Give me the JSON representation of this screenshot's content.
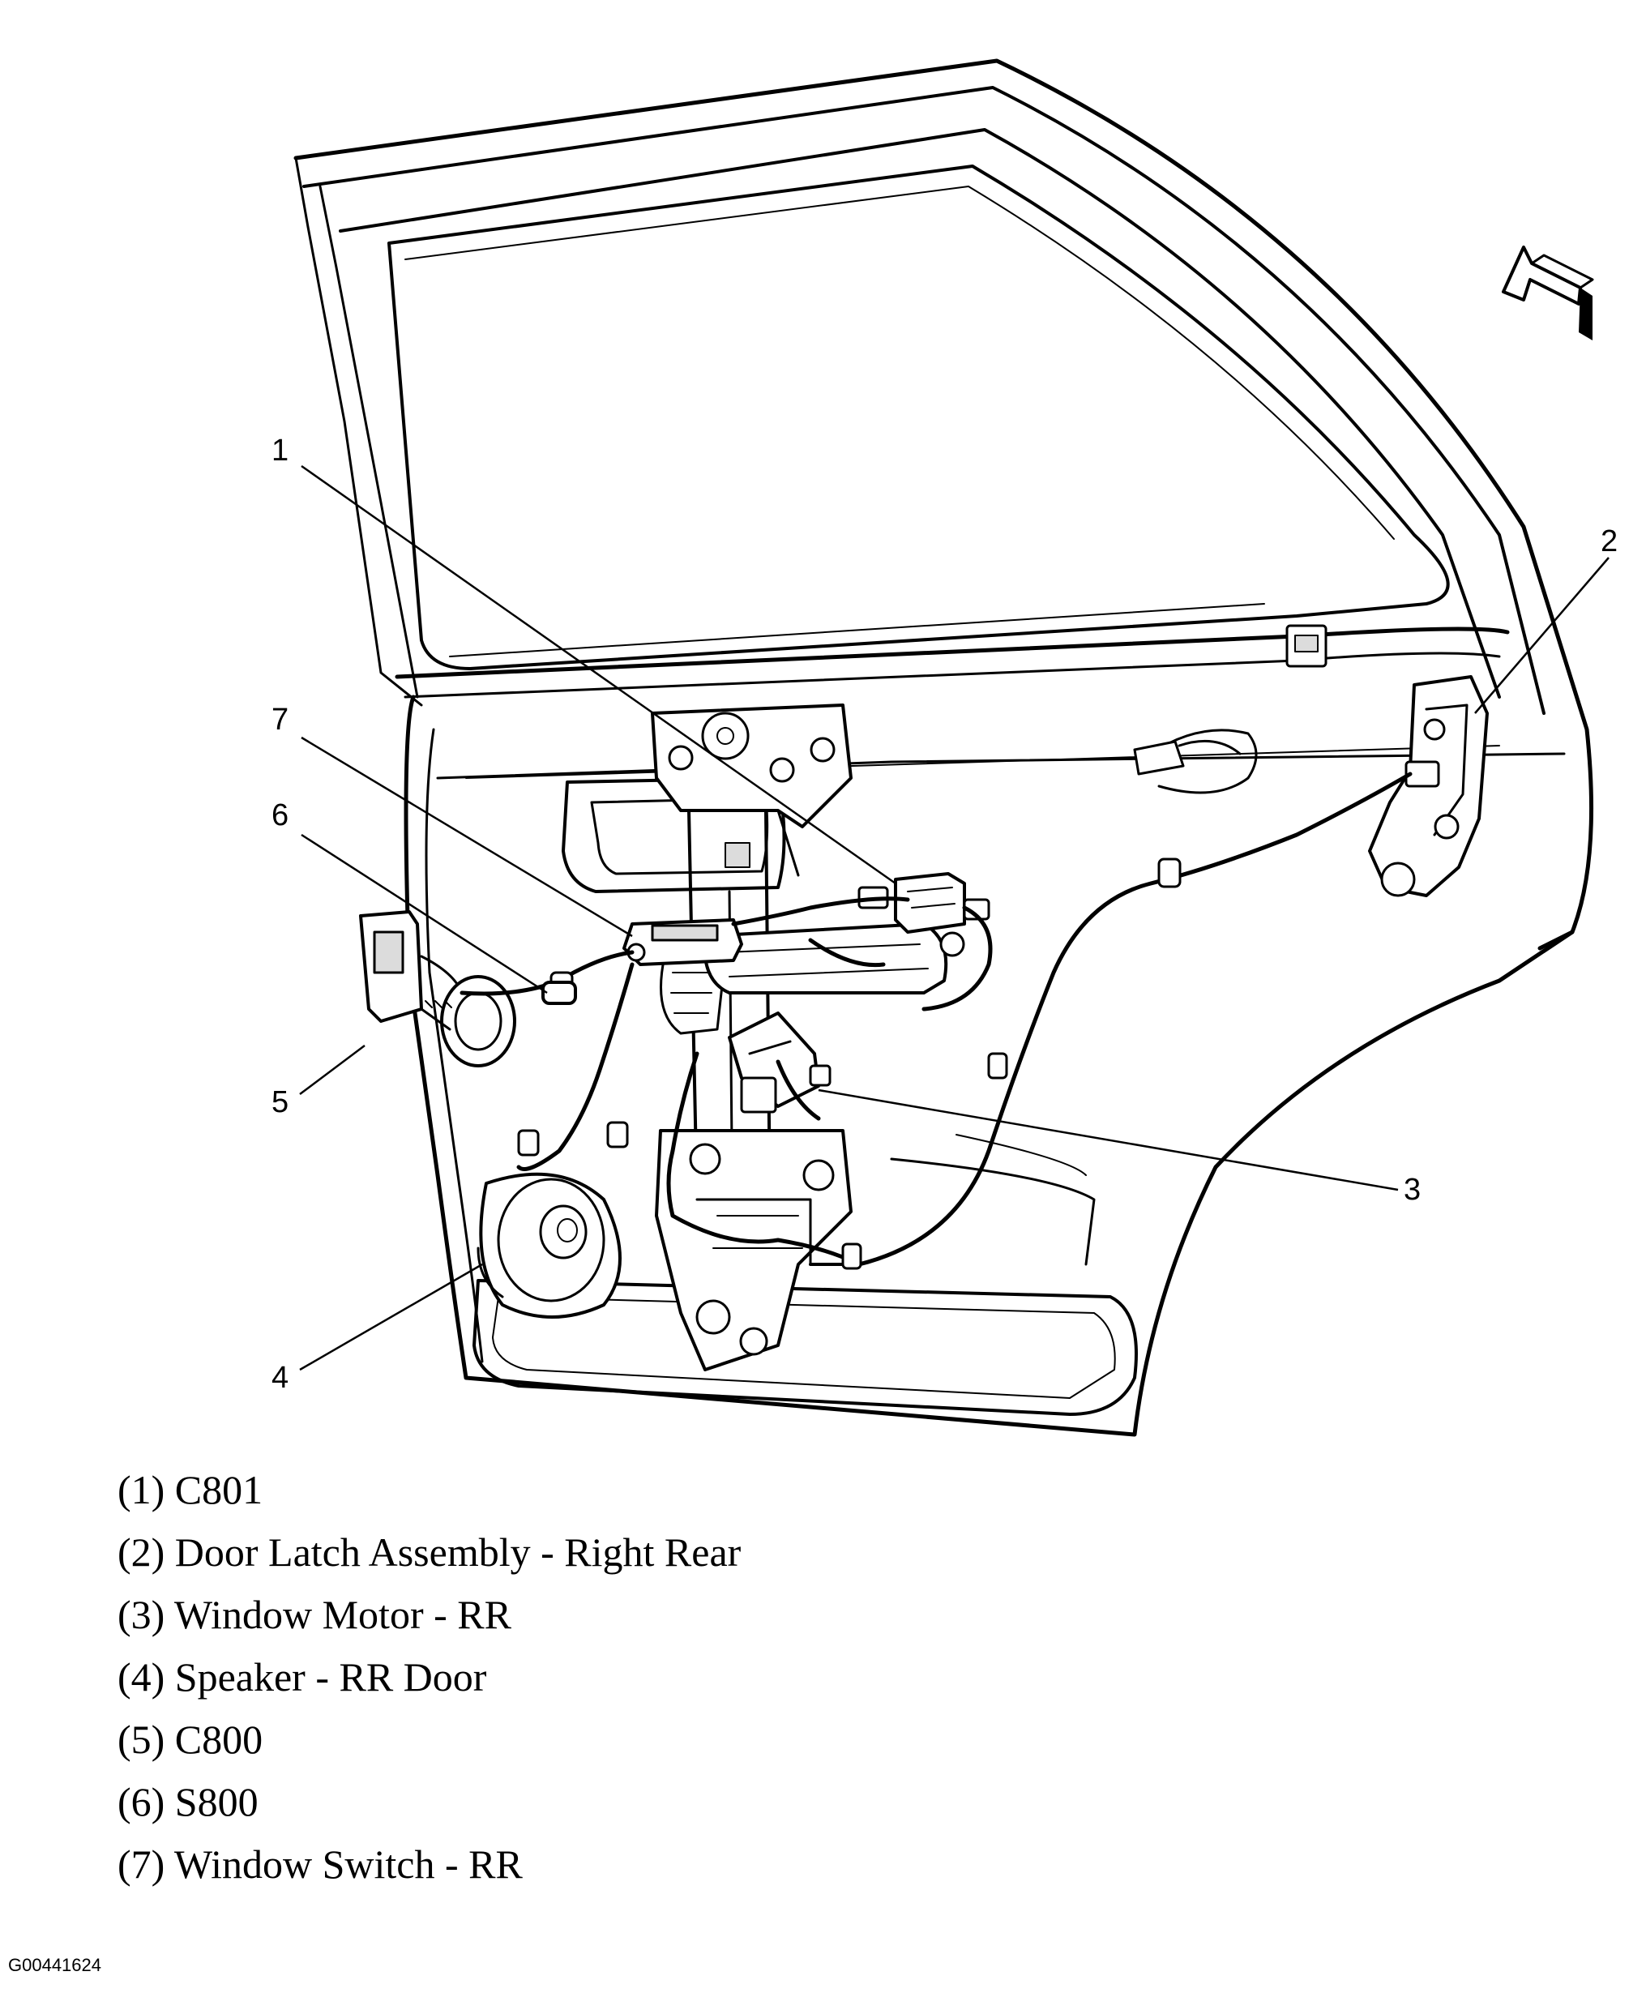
{
  "callouts": [
    {
      "id": "1",
      "label": "1"
    },
    {
      "id": "2",
      "label": "2"
    },
    {
      "id": "3",
      "label": "3"
    },
    {
      "id": "4",
      "label": "4"
    },
    {
      "id": "5",
      "label": "5"
    },
    {
      "id": "6",
      "label": "6"
    },
    {
      "id": "7",
      "label": "7"
    }
  ],
  "legend": [
    "(1) C801",
    "(2) Door Latch Assembly - Right Rear",
    "(3) Window Motor - RR",
    "(4) Speaker - RR Door",
    "(5) C800",
    "(6) S800",
    "(7) Window Switch - RR"
  ],
  "figure_id": "G00441624"
}
